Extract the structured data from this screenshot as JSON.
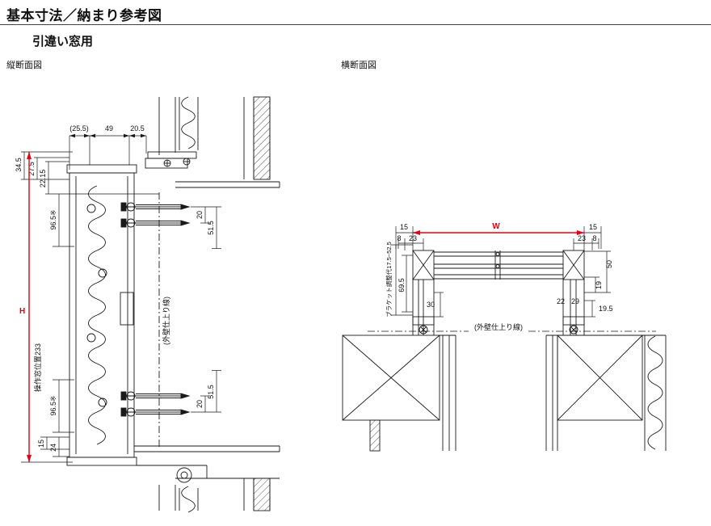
{
  "page": {
    "title": "基本寸法／納まり参考図",
    "subtitle": "引違い窓用"
  },
  "colors": {
    "dimension_red": "#e60012",
    "line_black": "#1a1a1a"
  },
  "left_section": {
    "label": "縦断面図",
    "dims": {
      "top_offset": "(25.5)",
      "top_frame": "49",
      "top_overhang": "20.5",
      "v1": "34.5",
      "v2": "27.5",
      "v3": "22.15",
      "v4_top": "96.5※",
      "height_total": "H",
      "operation_window": "操作窓位置233",
      "v4_bottom": "96.5※",
      "v5": "15",
      "v6": "24",
      "screw_pitch_top": "20",
      "screw_depth_top": "51.5",
      "screw_pitch_bottom": "20",
      "screw_depth_bottom": "51.5",
      "finish_line": "(外壁仕上り線)"
    }
  },
  "right_section": {
    "label": "横断面図",
    "dims": {
      "width_total": "W",
      "side_left": "15",
      "side_right": "15",
      "left_a": "8",
      "left_b": "23",
      "right_a": "23",
      "right_b": "8",
      "bracket_range": "ブラケット調整代17.5~52.5",
      "depth_total": "69.5",
      "depth_a": "50",
      "depth_b": "19",
      "jamb_left": "30",
      "jamb_right_a": "22",
      "jamb_right_b": "29",
      "jamb_right_c": "19.5",
      "finish_line": "(外壁仕上り線)"
    }
  }
}
